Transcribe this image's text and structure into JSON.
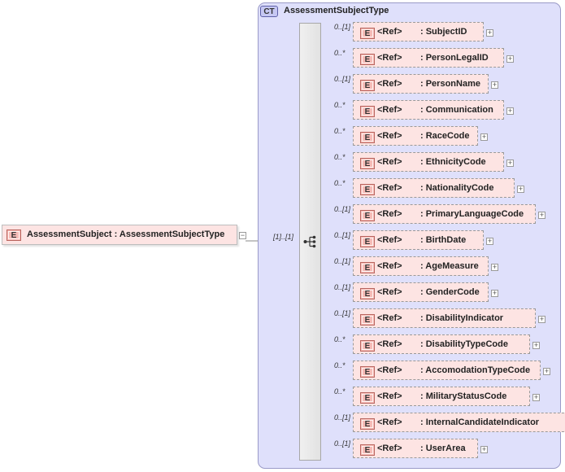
{
  "complex_type": {
    "badge": "CT",
    "name": "AssessmentSubjectType"
  },
  "root_element": {
    "badge": "E",
    "label": "AssessmentSubject : AssessmentSubjectType",
    "toggle": "−",
    "cardinality": "[1]..[1]"
  },
  "children": [
    {
      "badge": "E",
      "ref": "<Ref>",
      "name": ": SubjectID",
      "cardinality": "0..[1]"
    },
    {
      "badge": "E",
      "ref": "<Ref>",
      "name": ": PersonLegalID",
      "cardinality": "0..*"
    },
    {
      "badge": "E",
      "ref": "<Ref>",
      "name": ": PersonName",
      "cardinality": "0..[1]"
    },
    {
      "badge": "E",
      "ref": "<Ref>",
      "name": ": Communication",
      "cardinality": "0..*"
    },
    {
      "badge": "E",
      "ref": "<Ref>",
      "name": ": RaceCode",
      "cardinality": "0..*"
    },
    {
      "badge": "E",
      "ref": "<Ref>",
      "name": ": EthnicityCode",
      "cardinality": "0..*"
    },
    {
      "badge": "E",
      "ref": "<Ref>",
      "name": ": NationalityCode",
      "cardinality": "0..*"
    },
    {
      "badge": "E",
      "ref": "<Ref>",
      "name": ": PrimaryLanguageCode",
      "cardinality": "0..[1]"
    },
    {
      "badge": "E",
      "ref": "<Ref>",
      "name": ": BirthDate",
      "cardinality": "0..[1]"
    },
    {
      "badge": "E",
      "ref": "<Ref>",
      "name": ": AgeMeasure",
      "cardinality": "0..[1]"
    },
    {
      "badge": "E",
      "ref": "<Ref>",
      "name": ": GenderCode",
      "cardinality": "0..[1]"
    },
    {
      "badge": "E",
      "ref": "<Ref>",
      "name": ": DisabilityIndicator",
      "cardinality": "0..[1]"
    },
    {
      "badge": "E",
      "ref": "<Ref>",
      "name": ": DisabilityTypeCode",
      "cardinality": "0..*"
    },
    {
      "badge": "E",
      "ref": "<Ref>",
      "name": ": AccomodationTypeCode",
      "cardinality": "0..*"
    },
    {
      "badge": "E",
      "ref": "<Ref>",
      "name": ": MilitaryStatusCode",
      "cardinality": "0..*"
    },
    {
      "badge": "E",
      "ref": "<Ref>",
      "name": ": InternalCandidateIndicator",
      "cardinality": "0..[1]"
    },
    {
      "badge": "E",
      "ref": "<Ref>",
      "name": ": UserArea",
      "cardinality": "0..[1]"
    }
  ],
  "expand_symbol": "+",
  "colors": {
    "element_fill": "#fde4e3",
    "element_badge": "#f6bcb7",
    "complex_type_fill": "#dfe0fb",
    "complex_type_border": "#9a9ac8"
  }
}
